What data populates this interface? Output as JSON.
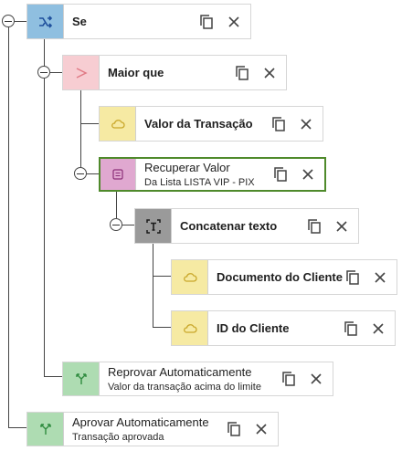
{
  "nodes": {
    "se": {
      "title": "Se",
      "icon": "shuffle-icon"
    },
    "maior_que": {
      "title": "Maior que",
      "icon": "greater-than-icon"
    },
    "valor_transacao": {
      "title": "Valor da Transação",
      "icon": "cloud-icon"
    },
    "recuperar_valor": {
      "title": "Recuperar Valor",
      "subtitle": "Da Lista LISTA VIP - PIX",
      "icon": "list-icon"
    },
    "concatenar": {
      "title": "Concatenar texto",
      "icon": "text-format-icon"
    },
    "documento": {
      "title": "Documento do Cliente",
      "icon": "cloud-icon"
    },
    "id_cliente": {
      "title": "ID do Cliente",
      "icon": "cloud-icon"
    },
    "reprovar": {
      "title": "Reprovar Automaticamente",
      "subtitle": "Valor da transação acima do limite",
      "icon": "split-icon"
    },
    "aprovar": {
      "title": "Aprovar Automaticamente",
      "subtitle": "Transação aprovada",
      "icon": "split-icon"
    }
  },
  "actions": {
    "copy": "copy-icon",
    "delete": "close-icon"
  },
  "colors": {
    "se": "#8fbfe0",
    "maior_que": "#f7cdd2",
    "field": "#f6eaa3",
    "recuperar": "#e0a8d0",
    "concatenar": "#9a9a9a",
    "action": "#aedcb2",
    "selected_border": "#4f8a2b"
  }
}
